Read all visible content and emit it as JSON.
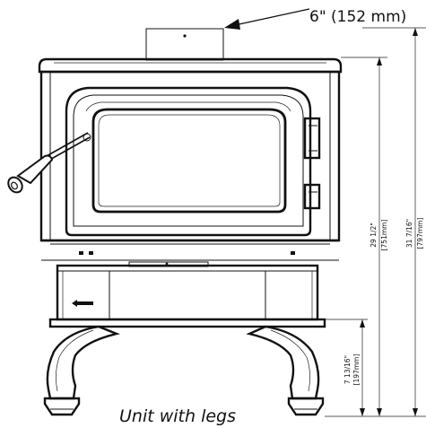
{
  "flue_label": "6\" (152 mm)",
  "caption": "Unit with legs",
  "dimensions": {
    "total_height_in": "31 7/16\"",
    "total_height_mm": "[797mm]",
    "body_height_in": "29 1/2\"",
    "body_height_mm": "[751mm]",
    "leg_height_in": "7 13/16\"",
    "leg_height_mm": "[197mm]"
  },
  "colors": {
    "line": "#111111",
    "background": "#ffffff"
  }
}
